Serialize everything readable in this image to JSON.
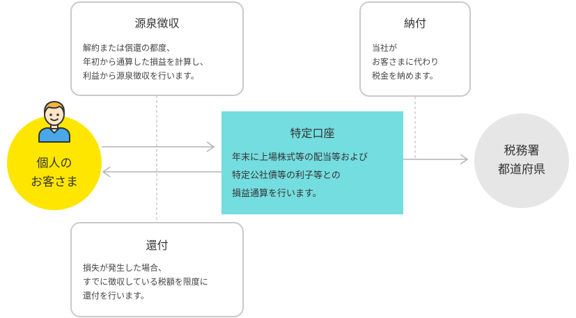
{
  "withholding": {
    "title": "源泉徴収",
    "lines": [
      "解約または償還の都度、",
      "年初から通算した損益を計算し、",
      "利益から源泉徴収を行います。"
    ]
  },
  "payment": {
    "title": "納付",
    "lines": [
      "当社が",
      "お客さまに代わり",
      "税金を納めます。"
    ]
  },
  "customer": {
    "lines": [
      "個人の",
      "お客さま"
    ]
  },
  "account": {
    "title": "特定口座",
    "lines": [
      "年末に上場株式等の配当等および",
      "特定公社債等の利子等との",
      "損益通算を行います。"
    ]
  },
  "tax_office": {
    "lines": [
      "税務署",
      "都道府県"
    ]
  },
  "refund": {
    "title": "還付",
    "lines": [
      "損失が発生した場合、",
      "すでに徴収している税額を限度に",
      "還付を行います。"
    ]
  },
  "colors": {
    "customer_circle": "#ffe600",
    "account_box": "#74dde0",
    "tax_office_circle": "#e6e6e6",
    "box_border": "#c9c9c9",
    "line": "#b3b3b3"
  }
}
